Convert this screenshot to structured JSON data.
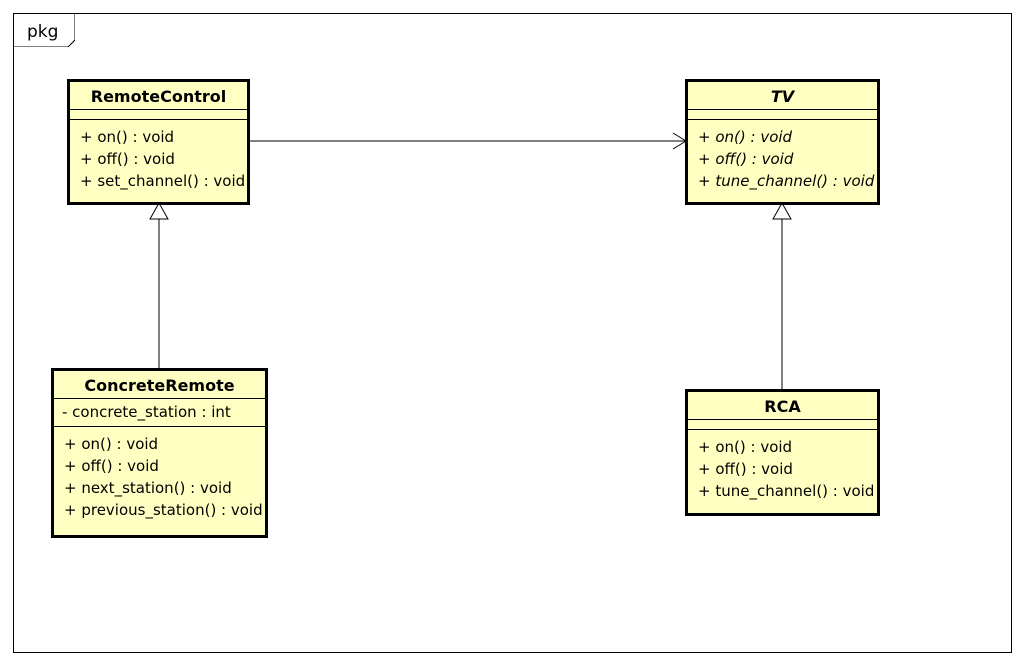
{
  "package": {
    "label": "pkg"
  },
  "classes": {
    "remote_control": {
      "name": "RemoteControl",
      "attributes": [],
      "operations": [
        "+ on() : void",
        "+ off() : void",
        "+ set_channel() : void"
      ]
    },
    "tv": {
      "name": "TV",
      "abstract": true,
      "attributes": [],
      "operations": [
        "+ on() : void",
        "+ off() : void",
        "+ tune_channel() : void"
      ]
    },
    "concrete_remote": {
      "name": "ConcreteRemote",
      "attributes": [
        "- concrete_station : int"
      ],
      "operations": [
        "+ on() : void",
        "+ off() : void",
        "+ next_station() : void",
        "+ previous_station() : void"
      ]
    },
    "rca": {
      "name": "RCA",
      "attributes": [],
      "operations": [
        "+ on() : void",
        "+ off() : void",
        "+ tune_channel() : void"
      ]
    }
  },
  "relationships": [
    {
      "type": "association",
      "from": "RemoteControl",
      "to": "TV"
    },
    {
      "type": "generalization",
      "from": "ConcreteRemote",
      "to": "RemoteControl"
    },
    {
      "type": "generalization",
      "from": "RCA",
      "to": "TV"
    }
  ],
  "colors": {
    "class_fill": "#ffffc2",
    "line": "#000000"
  }
}
